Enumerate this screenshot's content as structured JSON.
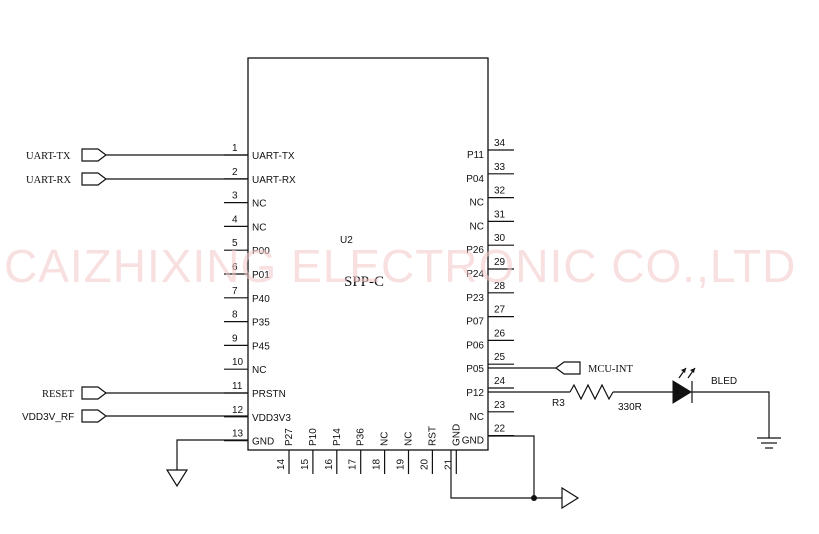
{
  "watermark": "CAIZHIXING ELECTRONIC CO.,LTD",
  "chip": {
    "ref": "U2",
    "part": "SPP-C"
  },
  "left_pins": [
    {
      "num": "1",
      "name": "UART-TX"
    },
    {
      "num": "2",
      "name": "UART-RX"
    },
    {
      "num": "3",
      "name": "NC"
    },
    {
      "num": "4",
      "name": "NC"
    },
    {
      "num": "5",
      "name": "P00"
    },
    {
      "num": "6",
      "name": "P01"
    },
    {
      "num": "7",
      "name": "P40"
    },
    {
      "num": "8",
      "name": "P35"
    },
    {
      "num": "9",
      "name": "P45"
    },
    {
      "num": "10",
      "name": "NC"
    },
    {
      "num": "11",
      "name": "PRSTN"
    },
    {
      "num": "12",
      "name": "VDD3V3"
    },
    {
      "num": "13",
      "name": "GND"
    }
  ],
  "right_pins": [
    {
      "num": "34",
      "name": "P11"
    },
    {
      "num": "33",
      "name": "P04"
    },
    {
      "num": "32",
      "name": "NC"
    },
    {
      "num": "31",
      "name": "NC"
    },
    {
      "num": "30",
      "name": "P26"
    },
    {
      "num": "29",
      "name": "P24"
    },
    {
      "num": "28",
      "name": "P23"
    },
    {
      "num": "27",
      "name": "P07"
    },
    {
      "num": "26",
      "name": "P06"
    },
    {
      "num": "25",
      "name": "P05"
    },
    {
      "num": "24",
      "name": "P12"
    },
    {
      "num": "23",
      "name": "NC"
    },
    {
      "num": "22",
      "name": "GND"
    }
  ],
  "bottom_pins": [
    {
      "num": "14",
      "name": "P27"
    },
    {
      "num": "15",
      "name": "P10"
    },
    {
      "num": "16",
      "name": "P14"
    },
    {
      "num": "17",
      "name": "P36"
    },
    {
      "num": "18",
      "name": "NC"
    },
    {
      "num": "19",
      "name": "NC"
    },
    {
      "num": "20",
      "name": "RST"
    },
    {
      "num": "21",
      "name": "GND"
    }
  ],
  "net_labels": {
    "uart_tx": "UART-TX",
    "uart_rx": "UART-RX",
    "reset": "RESET",
    "vdd": "VDD3V_RF",
    "mcu_int": "MCU-INT"
  },
  "resistor": {
    "ref": "R3",
    "value": "330R"
  },
  "led": {
    "ref": "BLED"
  }
}
